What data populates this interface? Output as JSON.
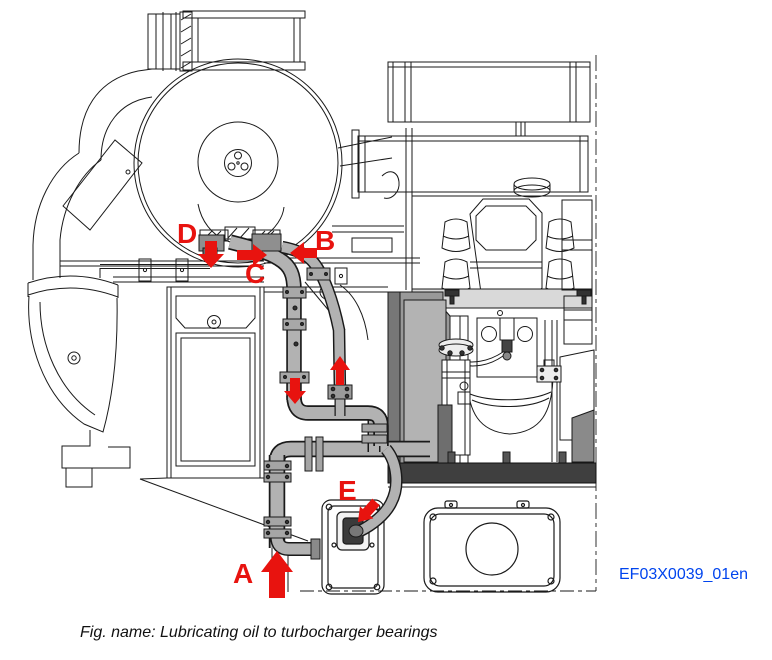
{
  "figure": {
    "caption": "Fig. name: Lubricating oil to turbocharger bearings",
    "reference_code": "EF03X0039_01en"
  },
  "flow_labels": [
    {
      "letter": "A",
      "arrow_direction": "up"
    },
    {
      "letter": "B",
      "arrow_direction": "left"
    },
    {
      "letter": "C",
      "arrow_direction": "right"
    },
    {
      "letter": "D",
      "arrow_direction": "down"
    },
    {
      "letter": "E",
      "arrow_direction": "down-left"
    }
  ],
  "unlabeled_arrows": [
    {
      "arrow_direction": "down"
    },
    {
      "arrow_direction": "up"
    }
  ],
  "colors": {
    "label_red": "#e8130f",
    "reference_blue": "#0044ee",
    "pipe_fill": "#b2b2b2",
    "line": "#1a1a1a"
  }
}
